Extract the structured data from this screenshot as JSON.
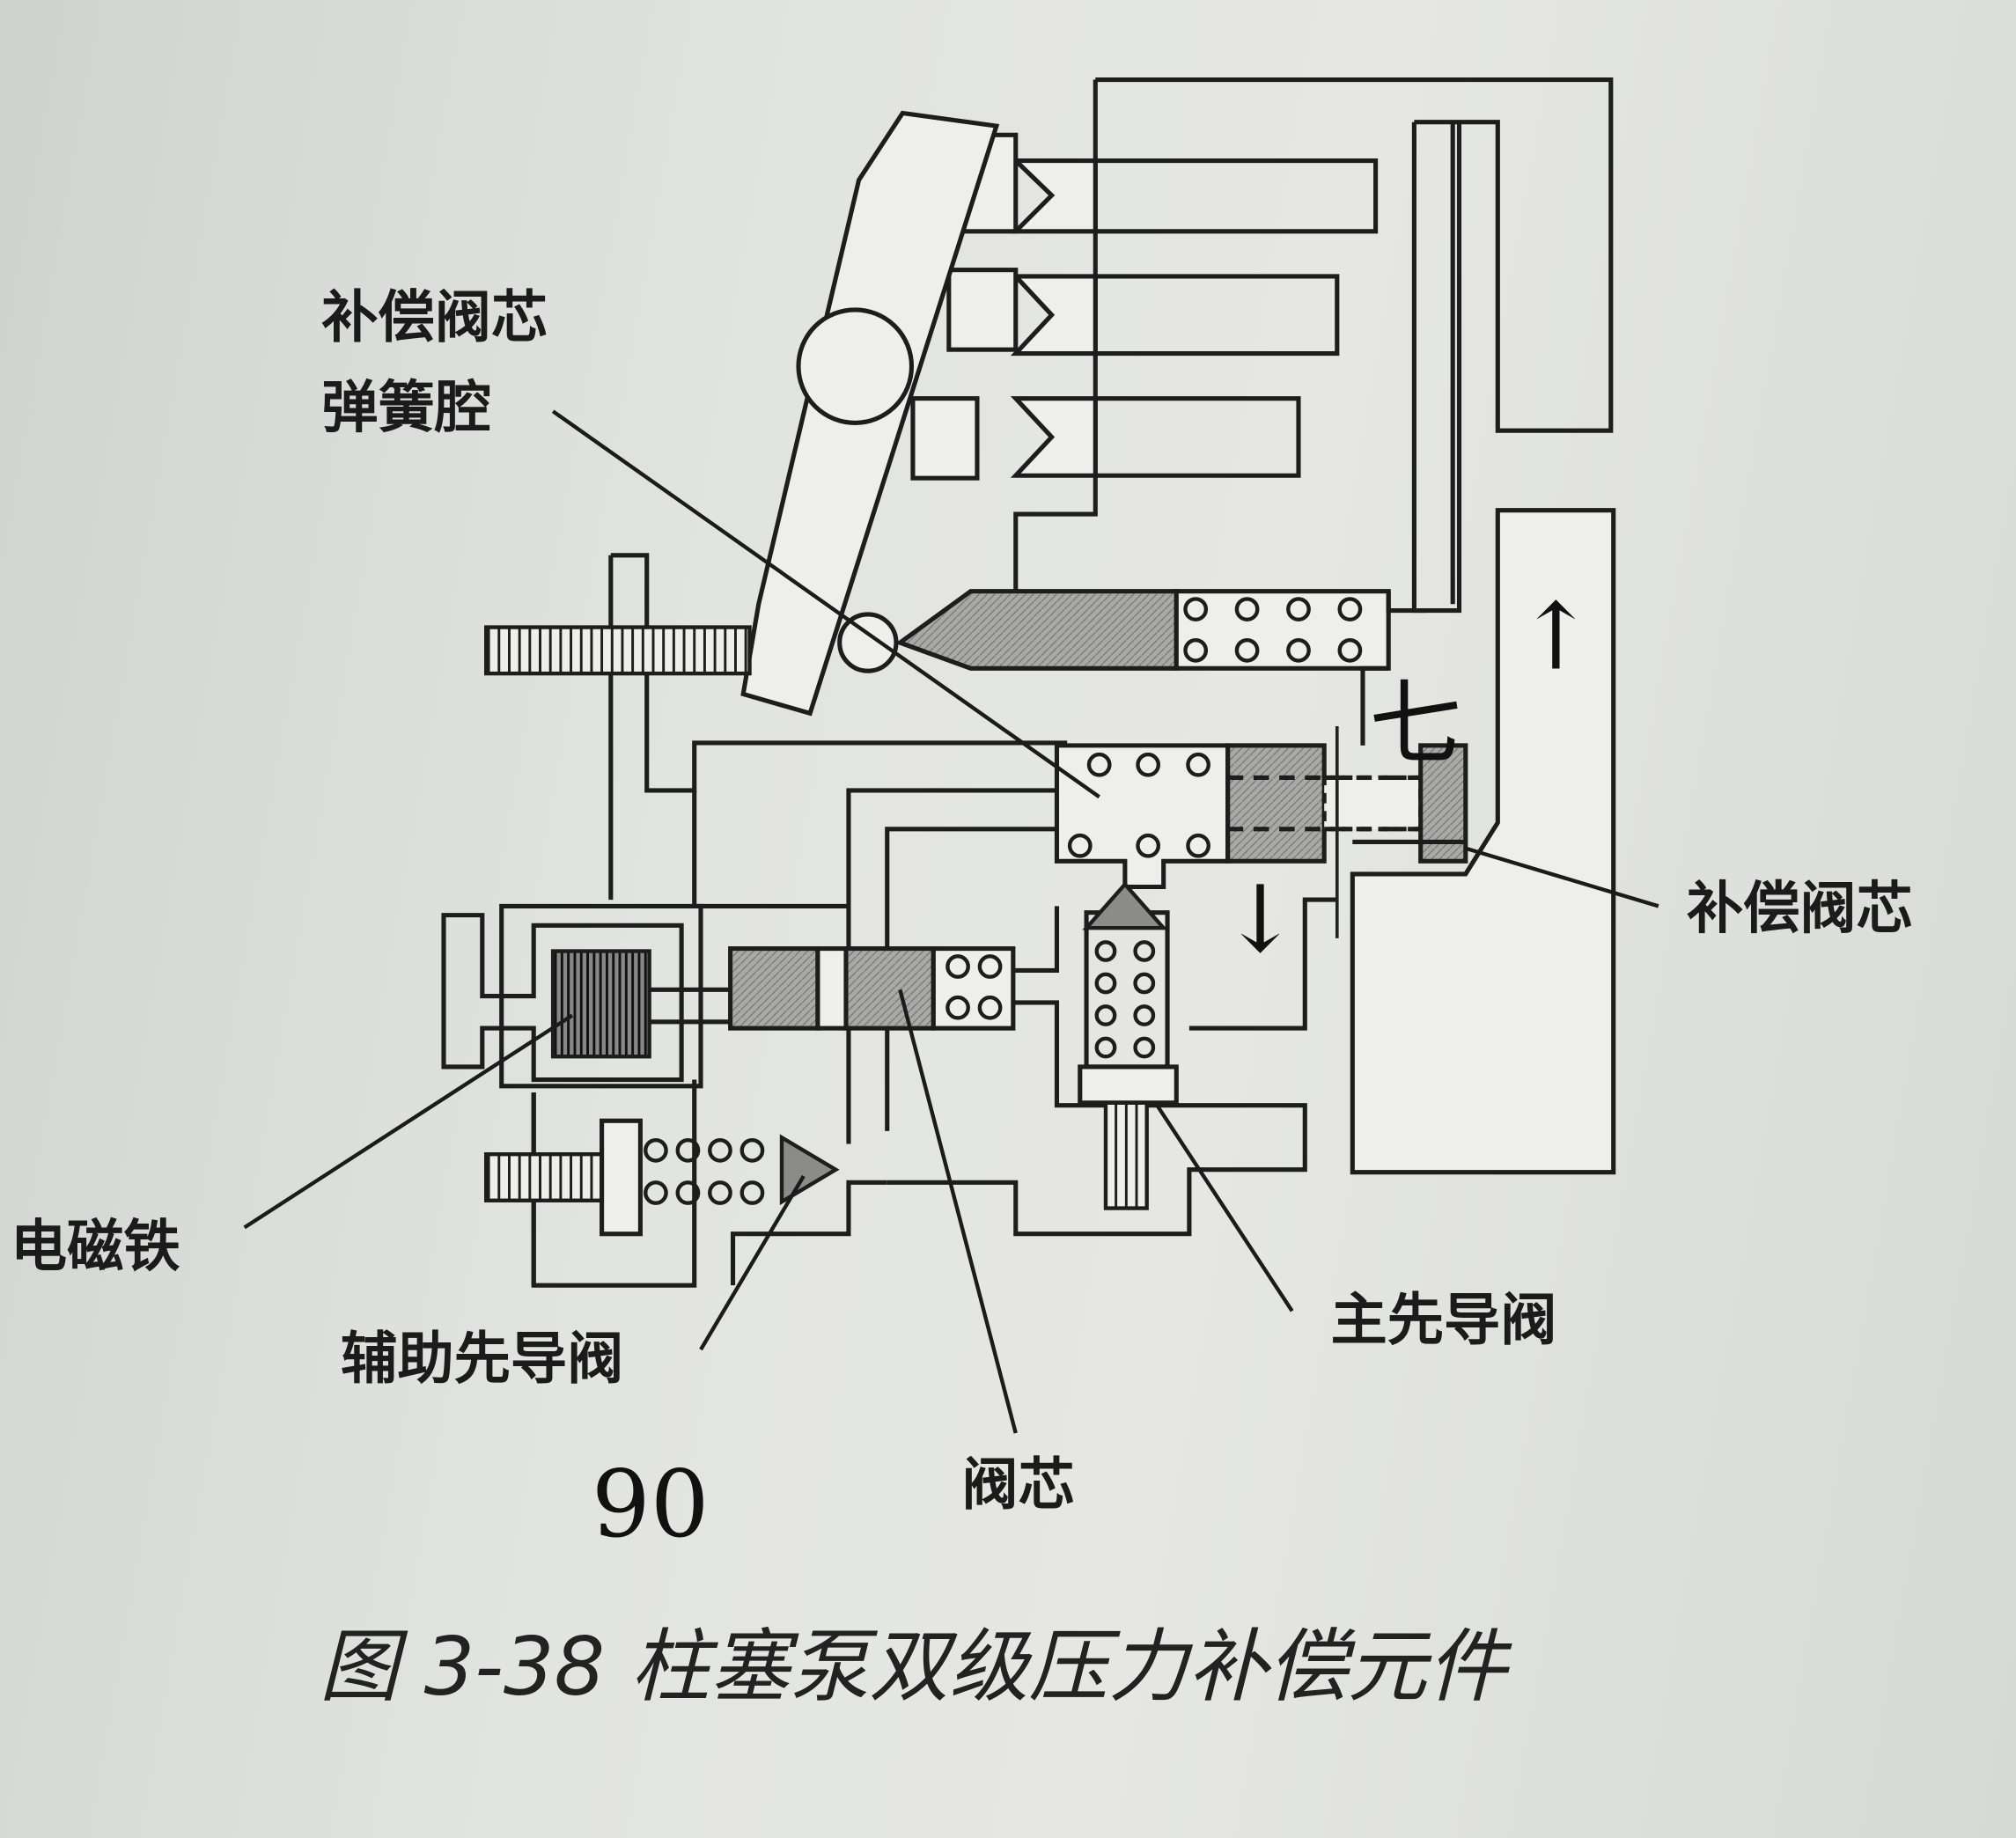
{
  "labels": {
    "comp_spring_line1": "补偿阀芯",
    "comp_spring_line2": "弹簧腔",
    "comp_spool": "补偿阀芯",
    "solenoid": "电磁铁",
    "aux_pilot": "辅助先导阀",
    "spool": "阀芯",
    "main_pilot": "主先导阀"
  },
  "handwritten_note": "90",
  "handwritten_marks": [
    "↑",
    "七",
    "↓"
  ],
  "caption": "图 3-38  柱塞泵双级压力补偿元件"
}
